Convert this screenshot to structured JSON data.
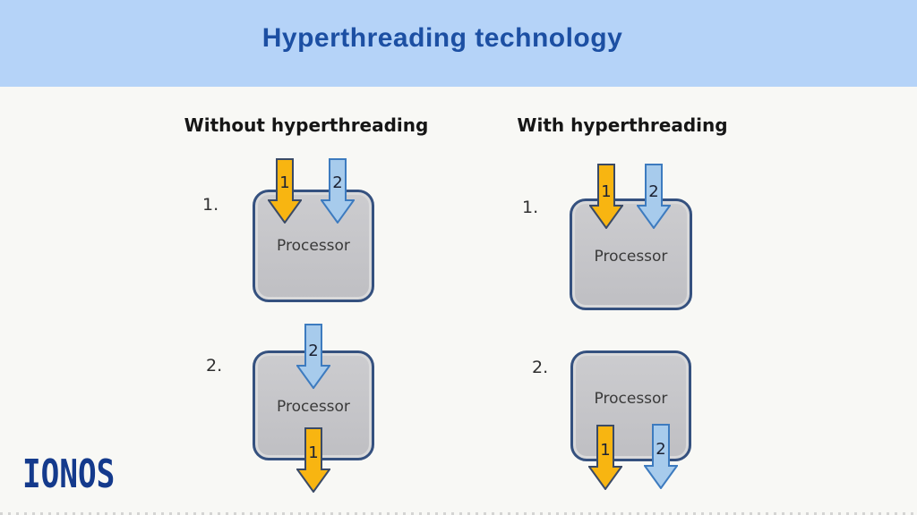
{
  "banner": {
    "title": "Hyperthreading technology"
  },
  "columns": [
    {
      "heading": "Without hyperthreading",
      "rows": [
        {
          "index_label": "1.",
          "box_label": "Processor",
          "arrows": [
            {
              "label": "1",
              "color": "gold",
              "direction": "into-top"
            },
            {
              "label": "2",
              "color": "blue",
              "direction": "into-top"
            }
          ]
        },
        {
          "index_label": "2.",
          "box_label": "Processor",
          "arrows": [
            {
              "label": "2",
              "color": "blue",
              "direction": "into-top"
            },
            {
              "label": "1",
              "color": "gold",
              "direction": "out-bottom"
            }
          ]
        }
      ]
    },
    {
      "heading": "With hyperthreading",
      "rows": [
        {
          "index_label": "1.",
          "box_label": "Processor",
          "arrows": [
            {
              "label": "1",
              "color": "gold",
              "direction": "into-top"
            },
            {
              "label": "2",
              "color": "blue",
              "direction": "into-top"
            }
          ]
        },
        {
          "index_label": "2.",
          "box_label": "Processor",
          "arrows": [
            {
              "label": "1",
              "color": "gold",
              "direction": "out-bottom"
            },
            {
              "label": "2",
              "color": "blue",
              "direction": "out-bottom"
            }
          ]
        }
      ]
    }
  ],
  "logo": {
    "text": "IONOS"
  },
  "colors": {
    "page_bg": "#f8f8f5",
    "banner_bg": "#b5d3f8",
    "title_color": "#1c4fa3",
    "heading_color": "#161616",
    "index_color": "#2f2f2f",
    "box_fill": "#bfbfc3",
    "box_border": "#35517f",
    "box_highlight": "#d9d9da",
    "processor_text": "#3a3a3a",
    "arrow_gold_fill": "#f8b511",
    "arrow_gold_stroke": "#3a4a66",
    "arrow_blue_fill": "#a7cbec",
    "arrow_blue_stroke": "#3d7bbf",
    "arrow_number": "#1c2233",
    "logo_color": "#143a8c"
  }
}
